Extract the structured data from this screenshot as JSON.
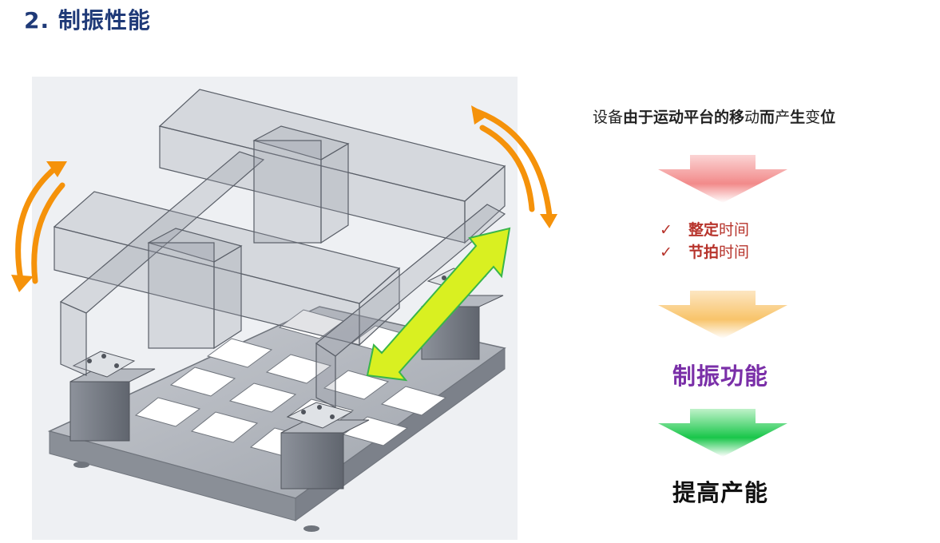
{
  "title": "2. 制振性能",
  "intro": {
    "p1": "设备",
    "b1": "由于运动平台的移",
    "p2": "动",
    "b2": "而",
    "p3": "产",
    "b3": "生",
    "p4": "变",
    "b4": "位"
  },
  "checklist": [
    {
      "mark": "✓",
      "bold": "整定",
      "rest": "时间"
    },
    {
      "mark": "✓",
      "bold": "节拍",
      "rest": "时间"
    }
  ],
  "function_label": "制振功能",
  "result_label": "提高产能",
  "colors": {
    "title": "#1f3a78",
    "arrow_red": "#f28a8a",
    "arrow_orange": "#f8c46a",
    "arrow_green": "#19c64a",
    "check_text": "#b7342c",
    "function_text": "#7a2fa8",
    "swing_arrows": "#f5920a",
    "motion_arrow": "#d9f021"
  }
}
